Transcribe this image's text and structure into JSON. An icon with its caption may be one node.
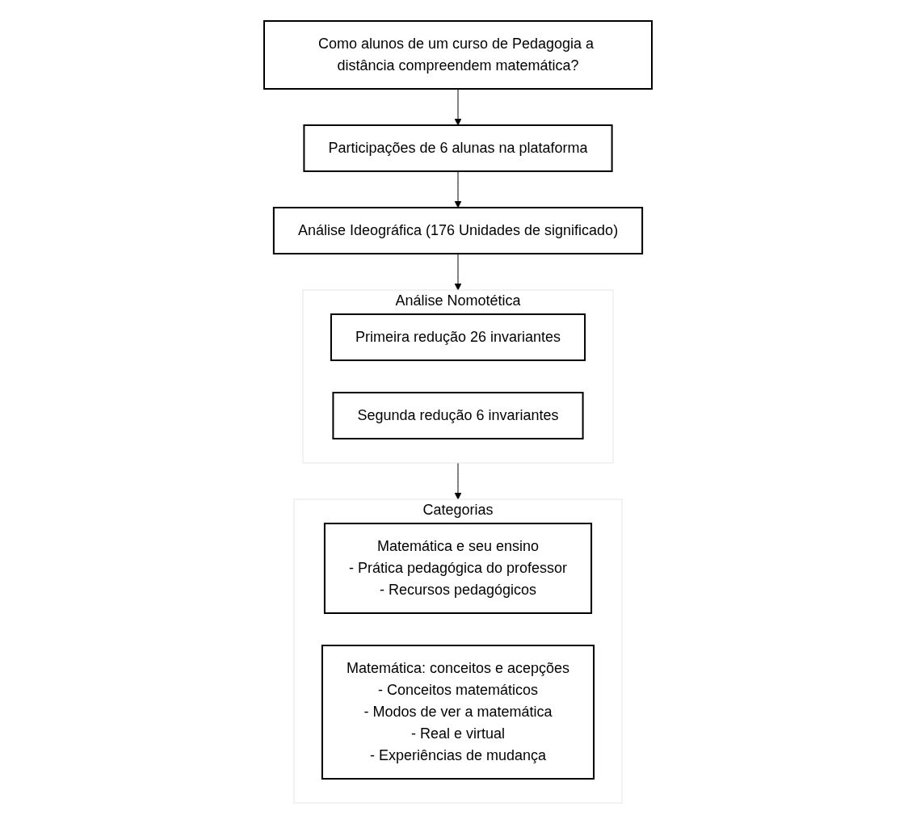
{
  "diagram": {
    "nodes": [
      {
        "text": [
          "Como alunos de um curso de Pedagogia a distância compreendem matemática?"
        ]
      },
      {
        "text": [
          "Participações de 6 alunas na plataforma"
        ]
      },
      {
        "text": [
          "Análise Ideográfica (176 Unidades de significado)"
        ]
      },
      {
        "text": [
          "Análise Nomotética"
        ]
      },
      {
        "text": [
          "Primeira redução 26 invariantes"
        ],
        "in": 3
      },
      {
        "text": [
          "Segunda redução 6 invariantes"
        ],
        "in": 3
      },
      {
        "text": [
          "Categorias"
        ]
      },
      {
        "text": [
          "Matemática e seu ensino",
          "- Prática pedagógica do professor",
          "- Recursos pedagógicos"
        ],
        "in": 6
      },
      {
        "text": [
          "Matemática: conceitos e acepções",
          "- Conceitos matemáticos",
          "- Modos de ver a matemática",
          "- Real e virtual",
          "- Experiências de mudança"
        ],
        "in": 6
      }
    ],
    "edges": [
      {
        "from": 0,
        "to": 1,
        "arrow": "to"
      },
      {
        "from": 1,
        "to": 2,
        "arrow": "to"
      },
      {
        "from": 2,
        "to": 3,
        "arrow": "to"
      },
      {
        "from": 3,
        "to": 6,
        "arrow": "to"
      }
    ]
  }
}
